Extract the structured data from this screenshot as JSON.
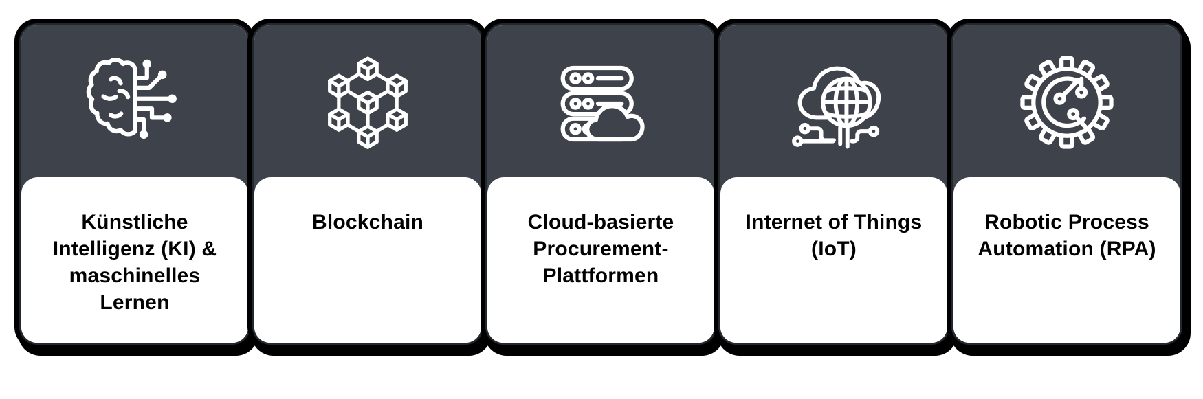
{
  "colors": {
    "header_bg": "#3d424b",
    "card_outline": "#23272e",
    "card_shadow": "#000000",
    "body_bg": "#ffffff",
    "text": "#000000",
    "icon_stroke": "#ffffff"
  },
  "cards": [
    {
      "icon": "brain-circuit-icon",
      "label": "Künstliche Intelligenz (KI) & maschinelles Lernen"
    },
    {
      "icon": "blockchain-cubes-icon",
      "label": "Blockchain"
    },
    {
      "icon": "server-cloud-icon",
      "label": "Cloud-basierte Procurement-Plattformen"
    },
    {
      "icon": "cloud-globe-circuit-icon",
      "label": "Internet of Things (IoT)"
    },
    {
      "icon": "gear-circuit-icon",
      "label": "Robotic Process Automation (RPA)"
    }
  ]
}
